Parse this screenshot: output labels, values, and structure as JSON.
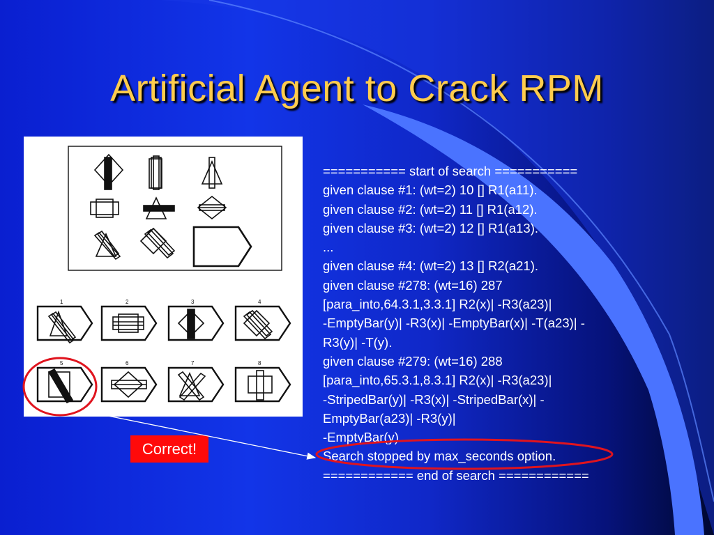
{
  "slide": {
    "title": "Artificial Agent to Crack RPM"
  },
  "puzzle": {
    "option_numbers": [
      "1",
      "2",
      "3",
      "4",
      "5",
      "6",
      "7",
      "8"
    ]
  },
  "log": {
    "lines": [
      "=========== start of search ===========",
      "given clause #1: (wt=2) 10 [] R1(a11).",
      "given clause #2: (wt=2) 11 [] R1(a12).",
      "given clause #3: (wt=2) 12 [] R1(a13).",
      "...",
      "given clause #4: (wt=2) 13 [] R2(a21).",
      "given clause #278: (wt=16) 287",
      "[para_into,64.3.1,3.3.1] R2(x)| -R3(a23)|",
      "-EmptyBar(y)| -R3(x)| -EmptyBar(x)| -T(a23)| -",
      "R3(y)| -T(y).",
      "given clause #279: (wt=16) 288",
      "[para_into,65.3.1,8.3.1] R2(x)| -R3(a23)|",
      "-StripedBar(y)| -R3(x)| -StripedBar(x)| -",
      "EmptyBar(a23)| -R3(y)|",
      "-EmptyBar(y).",
      "Search stopped by max_seconds option.",
      "============ end of search ============"
    ]
  },
  "callout": {
    "label": "Correct!"
  },
  "colors": {
    "title": "#ffcc4d",
    "callout_bg": "#ff0a0a",
    "highlight_ring": "#e0141e",
    "text": "#ffffff"
  }
}
